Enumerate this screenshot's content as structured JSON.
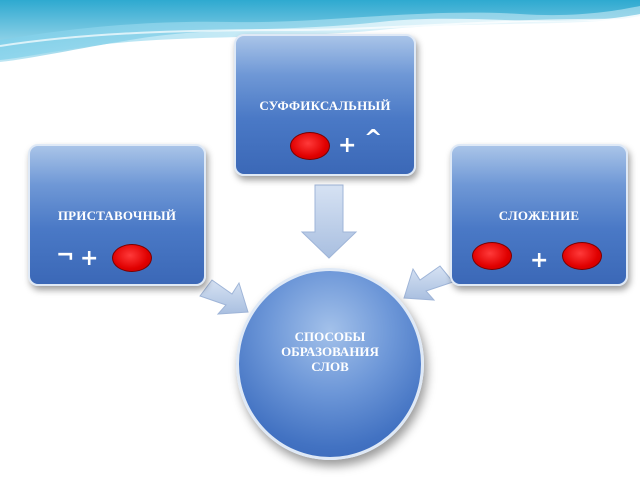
{
  "diagram": {
    "top_box": {
      "title": "СУФФИКСАЛЬНЫЙ",
      "symbol_plus": "+",
      "symbol_mark": "^"
    },
    "left_box": {
      "title": "ПРИСТАВОЧНЫЙ",
      "symbol_mark": "¬",
      "symbol_plus": "+"
    },
    "right_box": {
      "title": "СЛОЖЕНИЕ",
      "symbol_plus": "+"
    },
    "center": {
      "title": "СПОСОБЫ\nОБРАЗОВАНИЯ\nСЛОВ"
    }
  },
  "colors": {
    "box_fill": "#4a79c6",
    "box_border": "#dfe9f6",
    "arrow_fill": "#b9cbe6",
    "oval_fill": "#e00000",
    "wave": "#3fb6d8"
  },
  "icons": [
    "red-oval-morpheme"
  ]
}
